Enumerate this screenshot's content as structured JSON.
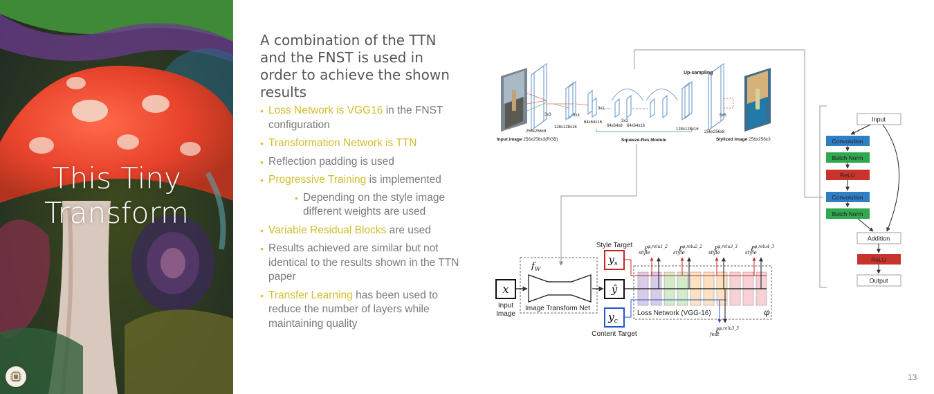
{
  "slide": {
    "title_line1": "This Tiny",
    "title_line2": "Transform",
    "page_number": "13"
  },
  "content": {
    "heading": "A combination of the TTN and the FNST is used in order to achieve the shown results",
    "bullets": [
      {
        "highlight": "Loss Network is VGG16",
        "rest": " in the FNST configuration"
      },
      {
        "highlight": "Transformation Network is TTN",
        "rest": ""
      },
      {
        "highlight": "",
        "rest": "Reflection padding is used"
      },
      {
        "highlight": "Progressive Training",
        "rest": " is implemented"
      },
      {
        "highlight": "Variable Residual Blocks",
        "rest": " are used"
      },
      {
        "highlight": "",
        "rest": "Results achieved are similar but not identical to the results shown in the TTN paper"
      },
      {
        "highlight": "Transfer Learning",
        "rest": " has been used to reduce the number of layers while maintaining quality"
      }
    ],
    "sub_bullet": "Depending on the style image different weights are used"
  },
  "top_diagram": {
    "upsampling": "Up-sampling",
    "k1": "3x3",
    "k2": "3x3",
    "k3": "3x1",
    "k4": "3x3",
    "k5": "5x5",
    "s1": "256x256x8",
    "s2": "128x128x16",
    "s3": "64x64x16",
    "s4": "64x64x8",
    "s5": "64x64x16",
    "s6": "128x128x16",
    "s7": "256x256x8",
    "input_label_bold": "Input image",
    "input_label_rest": " 256x256x3(RGB)",
    "squeeze": "Squeeze-Res Module",
    "stylized_bold": "Stylized image",
    "stylized_rest": " 256x256x3"
  },
  "block_diagram": {
    "input": "Input",
    "conv1": "Convolution",
    "bn1": "Batch Norm",
    "relu1": "ReLU",
    "conv2": "Convolution",
    "bn2": "Batch Norm",
    "addition": "Addition",
    "relu2": "ReLU",
    "output": "Output",
    "colors": {
      "conv": "#2f7fc4",
      "bn": "#2fa84f",
      "relu": "#c8332c"
    }
  },
  "loss_diagram": {
    "x": "x",
    "input_image_1": "Input",
    "input_image_2": "Image",
    "fw": "f",
    "fw_sub": "W",
    "transform_net": "Image Transform Net",
    "style_target": "Style Target",
    "ys": "y",
    "ys_sub": "s",
    "yhat": "ŷ",
    "yc": "y",
    "yc_sub": "c",
    "content_target": "Content Target",
    "loss_network": "Loss Network (VGG-16)",
    "phi": "φ",
    "loss_symbol": "ℓ",
    "style_sub": "style",
    "feat_sub": "feat",
    "sup1": "φ,relu1_2",
    "sup2": "φ,relu2_2",
    "sup3": "φ,relu3_3",
    "sup4": "φ,relu4_3",
    "sup5": "φ,relu3_3"
  }
}
